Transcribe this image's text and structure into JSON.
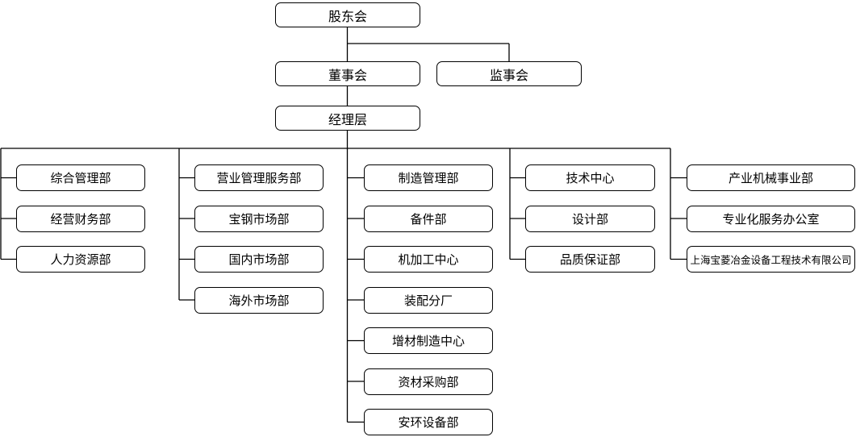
{
  "org": {
    "governance": {
      "shareholders": "股东会",
      "board": "董事会",
      "supervisory": "监事会",
      "management": "经理层"
    },
    "columns": [
      {
        "name": "administration",
        "items": [
          "综合管理部",
          "经营财务部",
          "人力资源部"
        ]
      },
      {
        "name": "sales",
        "items": [
          "营业管理服务部",
          "宝钢市场部",
          "国内市场部",
          "海外市场部"
        ]
      },
      {
        "name": "manufacturing",
        "items": [
          "制造管理部",
          "备件部",
          "机加工中心",
          "装配分厂",
          "增材制造中心",
          "资材采购部",
          "安环设备部"
        ]
      },
      {
        "name": "technology",
        "items": [
          "技术中心",
          "设计部",
          "品质保证部"
        ]
      },
      {
        "name": "business-units",
        "items": [
          "产业机械事业部",
          "专业化服务办公室",
          "上海宝菱冶金设备工程技术有限公司"
        ]
      }
    ],
    "style": {
      "line_color": "#000000",
      "box_border_color": "#000000",
      "box_background": "#ffffff",
      "text_color": "#000000"
    }
  }
}
